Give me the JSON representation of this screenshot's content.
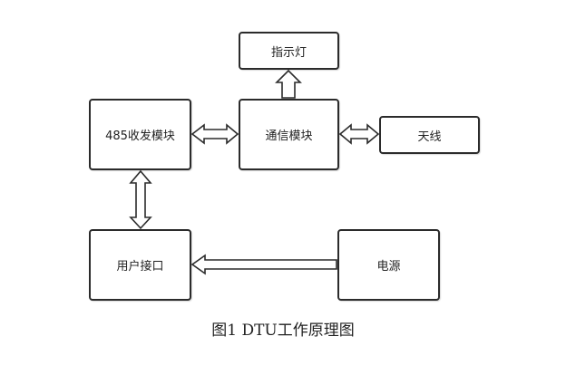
{
  "diagram": {
    "nodes": {
      "indicator": "指示灯",
      "rs485": "485收发模块",
      "comm": "通信模块",
      "antenna": "天线",
      "user_port": "用户接口",
      "power": "电源"
    },
    "edges": [
      {
        "from": "comm",
        "to": "indicator",
        "direction": "one-way"
      },
      {
        "from": "rs485",
        "to": "comm",
        "direction": "two-way"
      },
      {
        "from": "comm",
        "to": "antenna",
        "direction": "two-way"
      },
      {
        "from": "rs485",
        "to": "user_port",
        "direction": "two-way"
      },
      {
        "from": "power",
        "to": "user_port",
        "direction": "one-way"
      }
    ],
    "caption": "图1 DTU工作原理图"
  }
}
